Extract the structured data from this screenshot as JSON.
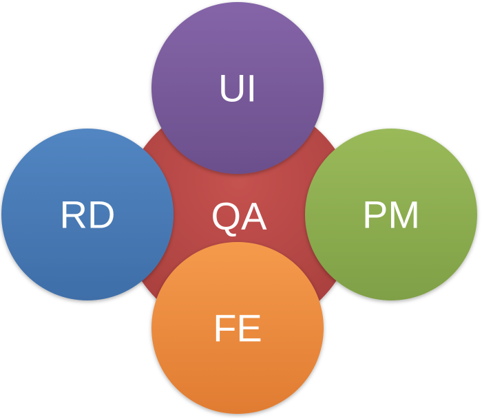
{
  "diagram": {
    "center": {
      "label": "QA",
      "color": "#b94a48"
    },
    "top": {
      "label": "UI",
      "color": "#7a5a9c"
    },
    "left": {
      "label": "RD",
      "color": "#4a7ab5"
    },
    "right": {
      "label": "PM",
      "color": "#8fb050"
    },
    "bottom": {
      "label": "FE",
      "color": "#ee8c40"
    }
  }
}
